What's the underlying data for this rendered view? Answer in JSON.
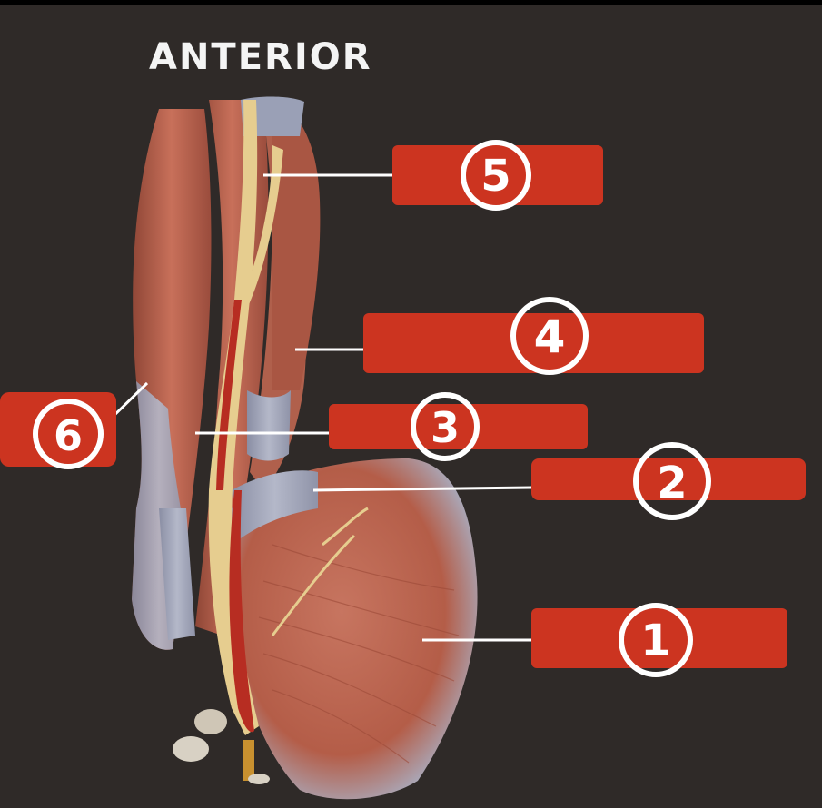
{
  "header": {
    "title": "ANTERIOR"
  },
  "labels": [
    {
      "number": "5"
    },
    {
      "number": "4"
    },
    {
      "number": "3"
    },
    {
      "number": "2"
    },
    {
      "number": "1"
    },
    {
      "number": "6"
    }
  ],
  "colors": {
    "background": "#2f2a28",
    "label_fill": "#cc3420",
    "muscle": "#b8614c",
    "tendon": "#a6abbd",
    "nerve": "#e8cf93",
    "artery": "#b82e22"
  }
}
